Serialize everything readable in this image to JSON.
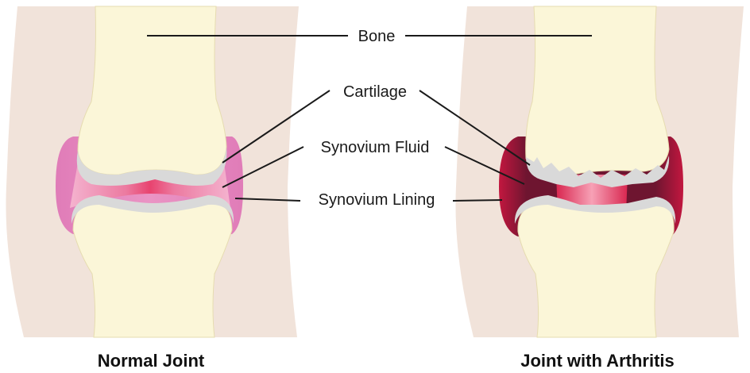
{
  "labels": {
    "bone": "Bone",
    "cartilage": "Cartilage",
    "synovium_fluid": "Synovium Fluid",
    "synovium_lining": "Synovium Lining"
  },
  "titles": {
    "normal": "Normal Joint",
    "arthritis": "Joint with Arthritis"
  },
  "colors": {
    "skin": "#f1e3da",
    "bone": "#fbf6d8",
    "bone_outline": "#e8e0b8",
    "cartilage": "#dcdcdc",
    "normal_lining": "#e27fb9",
    "normal_fluid": "#f2a6c8",
    "normal_fluid_core": "#e8527f",
    "arthritis_lining": "#7d1f3b",
    "arthritis_fluid": "#e03a63",
    "arthritis_core": "#f06b8d"
  }
}
